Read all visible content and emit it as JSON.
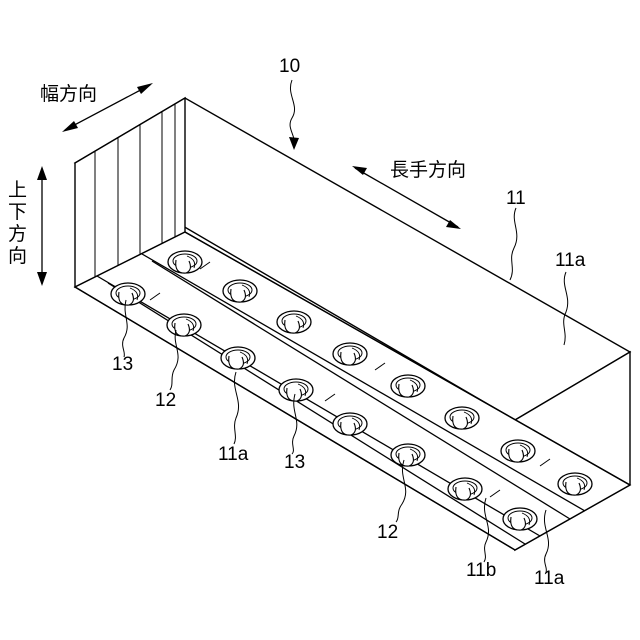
{
  "labels": {
    "device": "10",
    "body": "11",
    "face_right": "11a",
    "face_mid": "11a",
    "face_bottom": "11a",
    "rib": "11b",
    "part12_a": "12",
    "part12_b": "12",
    "part13_a": "13",
    "part13_b": "13"
  },
  "directions": {
    "width": "幅方向",
    "longitudinal": "長手方向",
    "vertical_1": "上",
    "vertical_2": "下",
    "vertical_3": "方",
    "vertical_4": "向"
  }
}
